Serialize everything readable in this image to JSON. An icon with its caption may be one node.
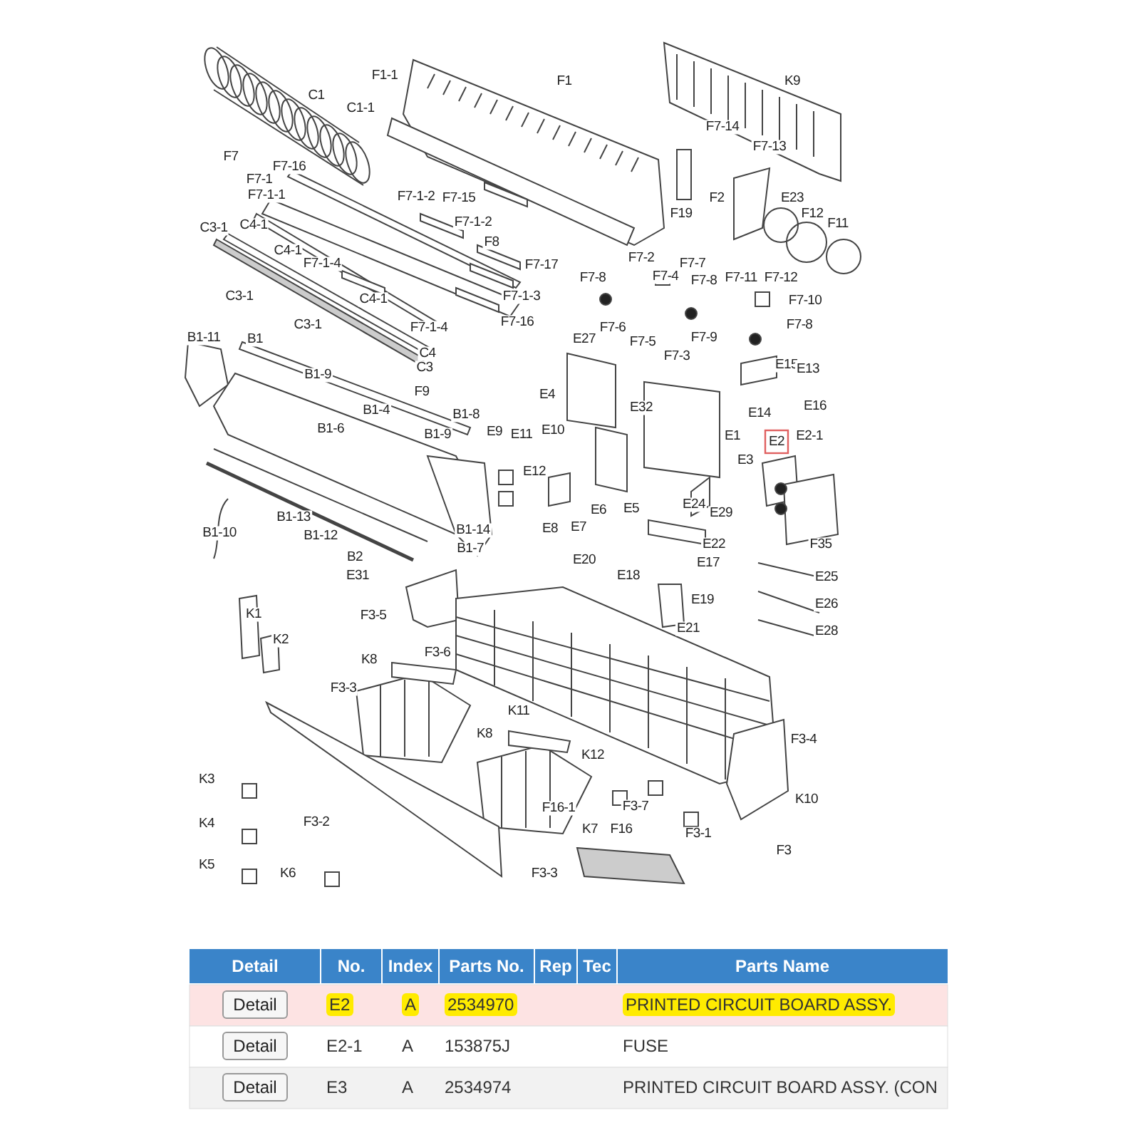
{
  "diagram": {
    "labels": [
      "F1-1",
      "F1",
      "K9",
      "C1",
      "C1-1",
      "F7-14",
      "F7-13",
      "F7",
      "F7-16",
      "F7-1",
      "F7-1-1",
      "F7-1-2",
      "F7-15",
      "F2",
      "E23",
      "F19",
      "F12",
      "C3-1",
      "C4-1",
      "F7-1-2",
      "F11",
      "F8",
      "C4-1",
      "F7-1-4",
      "F7-17",
      "F7-2",
      "F7-7",
      "F7-8",
      "F7-4",
      "F7-8",
      "F7-11",
      "F7-12",
      "C3-1",
      "C4-1",
      "F7-1-3",
      "F7-10",
      "C3-1",
      "F7-1-4",
      "F7-16",
      "F7-6",
      "F7-8",
      "B1-11",
      "B1",
      "E27",
      "F7-5",
      "F7-9",
      "C4",
      "F7-3",
      "C3",
      "E15",
      "E13",
      "B1-9",
      "F9",
      "E4",
      "B1-4",
      "B1-8",
      "E32",
      "E14",
      "E16",
      "B1-6",
      "B1-9",
      "E9",
      "E11",
      "E10",
      "E1",
      "E2",
      "E2-1",
      "E3",
      "E12",
      "E6",
      "E5",
      "E24",
      "E29",
      "B1-13",
      "B1-10",
      "B1-12",
      "B1-14",
      "E8",
      "E7",
      "B1-7",
      "E22",
      "F35",
      "B2",
      "E20",
      "E17",
      "E31",
      "E18",
      "E25",
      "E19",
      "E26",
      "K1",
      "F3-5",
      "E21",
      "E28",
      "K2",
      "K8",
      "F3-6",
      "F3-3",
      "K11",
      "K8",
      "F3-4",
      "K12",
      "K3",
      "K10",
      "F16-1",
      "F3-7",
      "K4",
      "F3-2",
      "K7",
      "F16",
      "F3-1",
      "F3",
      "K5",
      "K6",
      "F3-3",
      "Detail",
      "No.",
      "Index",
      "Parts No.",
      "Rep",
      "Tec",
      "Parts Name",
      "Detail",
      "E2",
      "A",
      "2534970",
      "PRINTED CIRCUIT BOARD ASSY.",
      "Detail",
      "E2-1",
      "A",
      "153875J",
      "FUSE",
      "Detail",
      "E3",
      "A",
      "2534974",
      "PRINTED CIRCUIT BOARD ASSY. (CON"
    ]
  }
}
